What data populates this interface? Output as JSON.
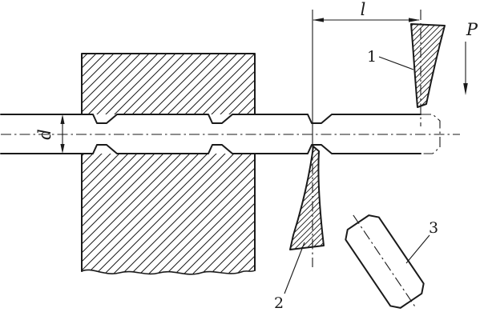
{
  "diagram": {
    "labels": {
      "diameter": "d",
      "length": "l",
      "force": "P",
      "item_1": "1",
      "item_2": "2",
      "item_3": "3"
    },
    "colors": {
      "line": "#1a1a1a",
      "background": "#ffffff"
    }
  }
}
